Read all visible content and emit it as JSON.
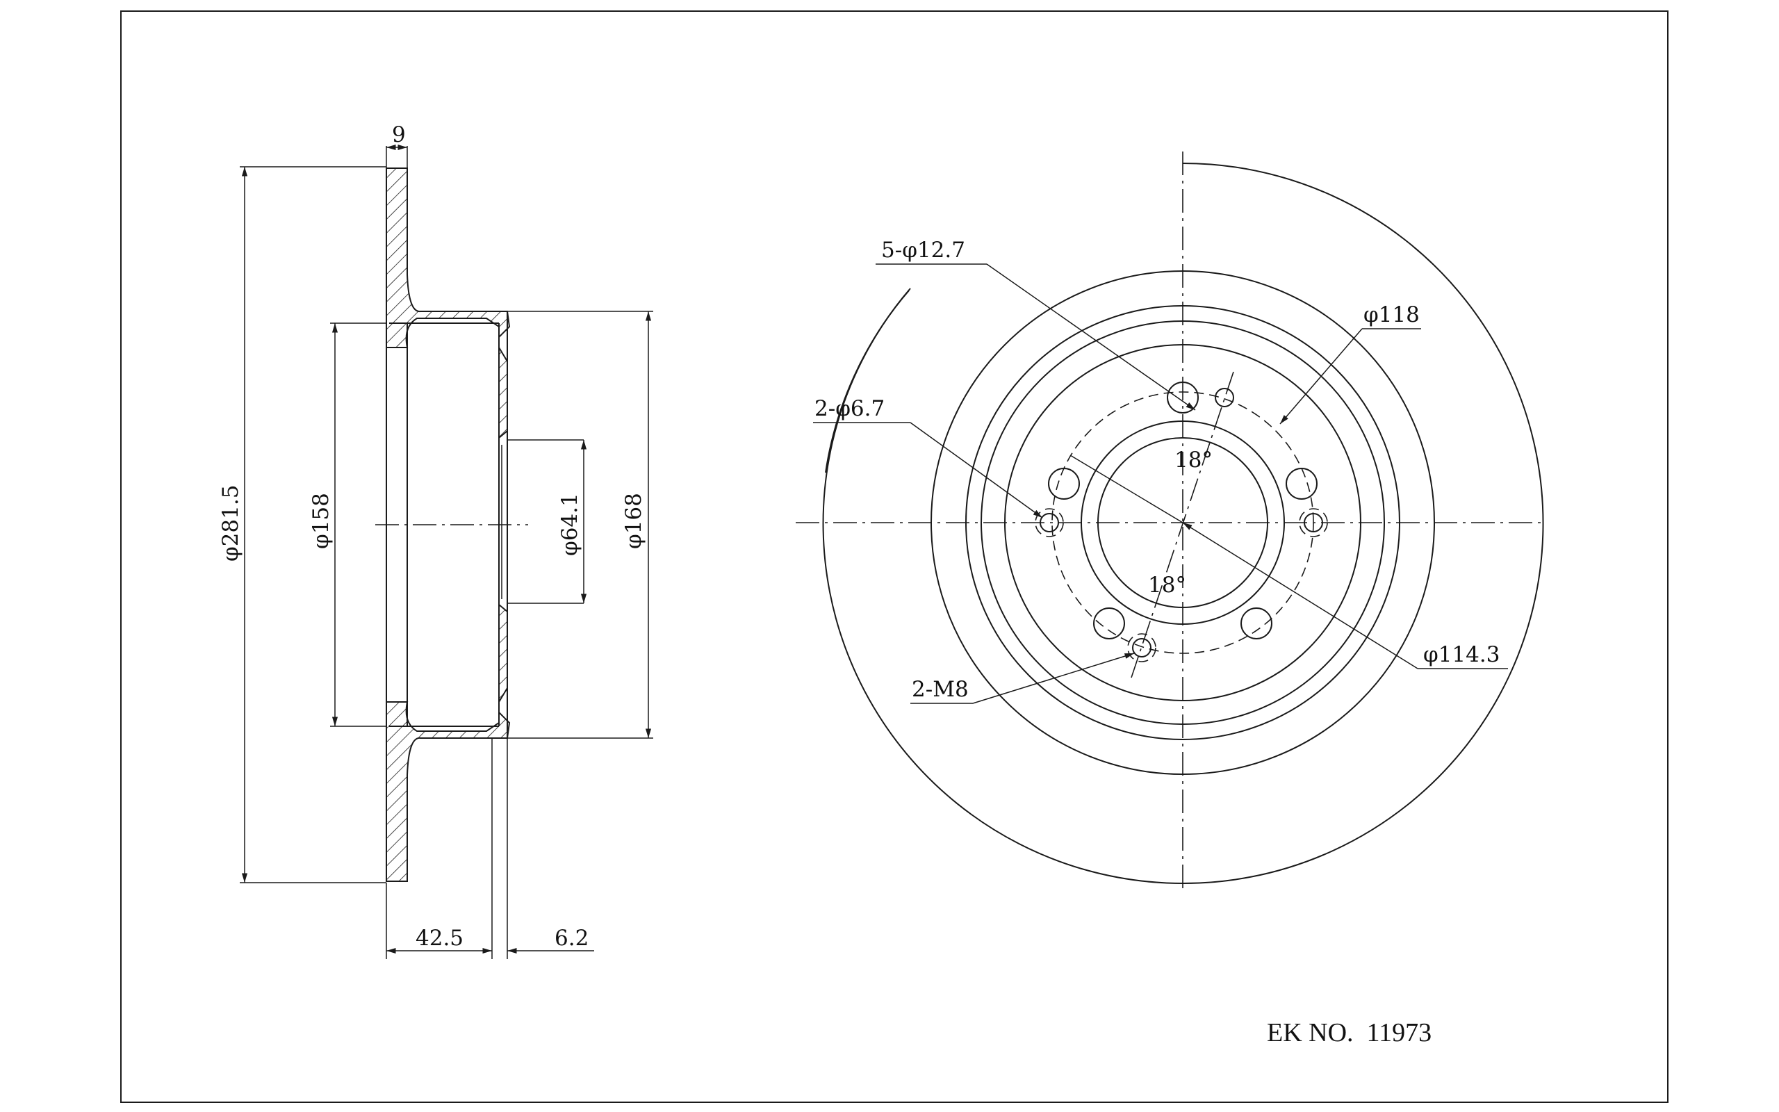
{
  "drawing": {
    "labels": {
      "thickness": "9",
      "outer_diameter": "φ281.5",
      "hat_inner_diameter": "φ158",
      "center_bore": "φ64.1",
      "hat_outer_diameter": "φ168",
      "overall_height": "42.5",
      "hub_thickness": "6.2",
      "bolt_holes": "5-φ12.7",
      "ring_diameter": "φ118",
      "small_holes": "2-φ6.7",
      "angle_upper": "18°",
      "angle_lower": "18°",
      "threaded_holes": "2-M8",
      "bolt_circle": "φ114.3"
    },
    "part_number": "EK NO.  11973"
  }
}
